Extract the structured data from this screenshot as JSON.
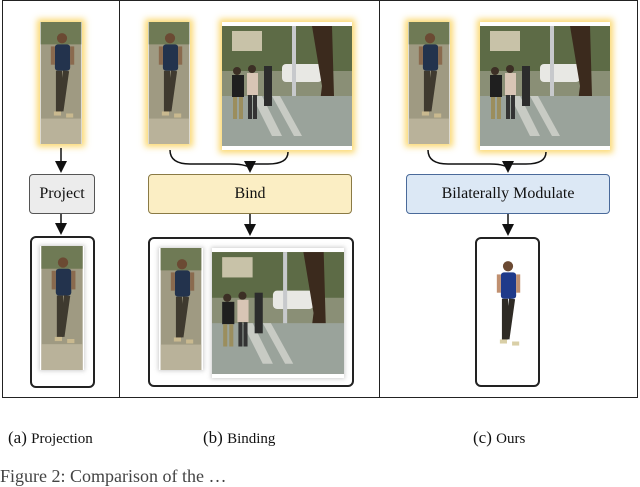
{
  "panels": {
    "projection": {
      "box_label": "Project",
      "caption_letter": "(a)",
      "caption_text": "Projection"
    },
    "binding": {
      "box_label": "Bind",
      "caption_letter": "(b)",
      "caption_text": "Binding"
    },
    "ours": {
      "box_label": "Bilaterally Modulate",
      "caption_letter": "(c)",
      "caption_text": "Ours"
    }
  },
  "colors": {
    "project_box": "#ececec",
    "bind_box": "#fbeec4",
    "modulate_box": "#dce8f5",
    "glow": "#fad25a"
  },
  "footer_text": "Figure 2: Comparison of the …"
}
